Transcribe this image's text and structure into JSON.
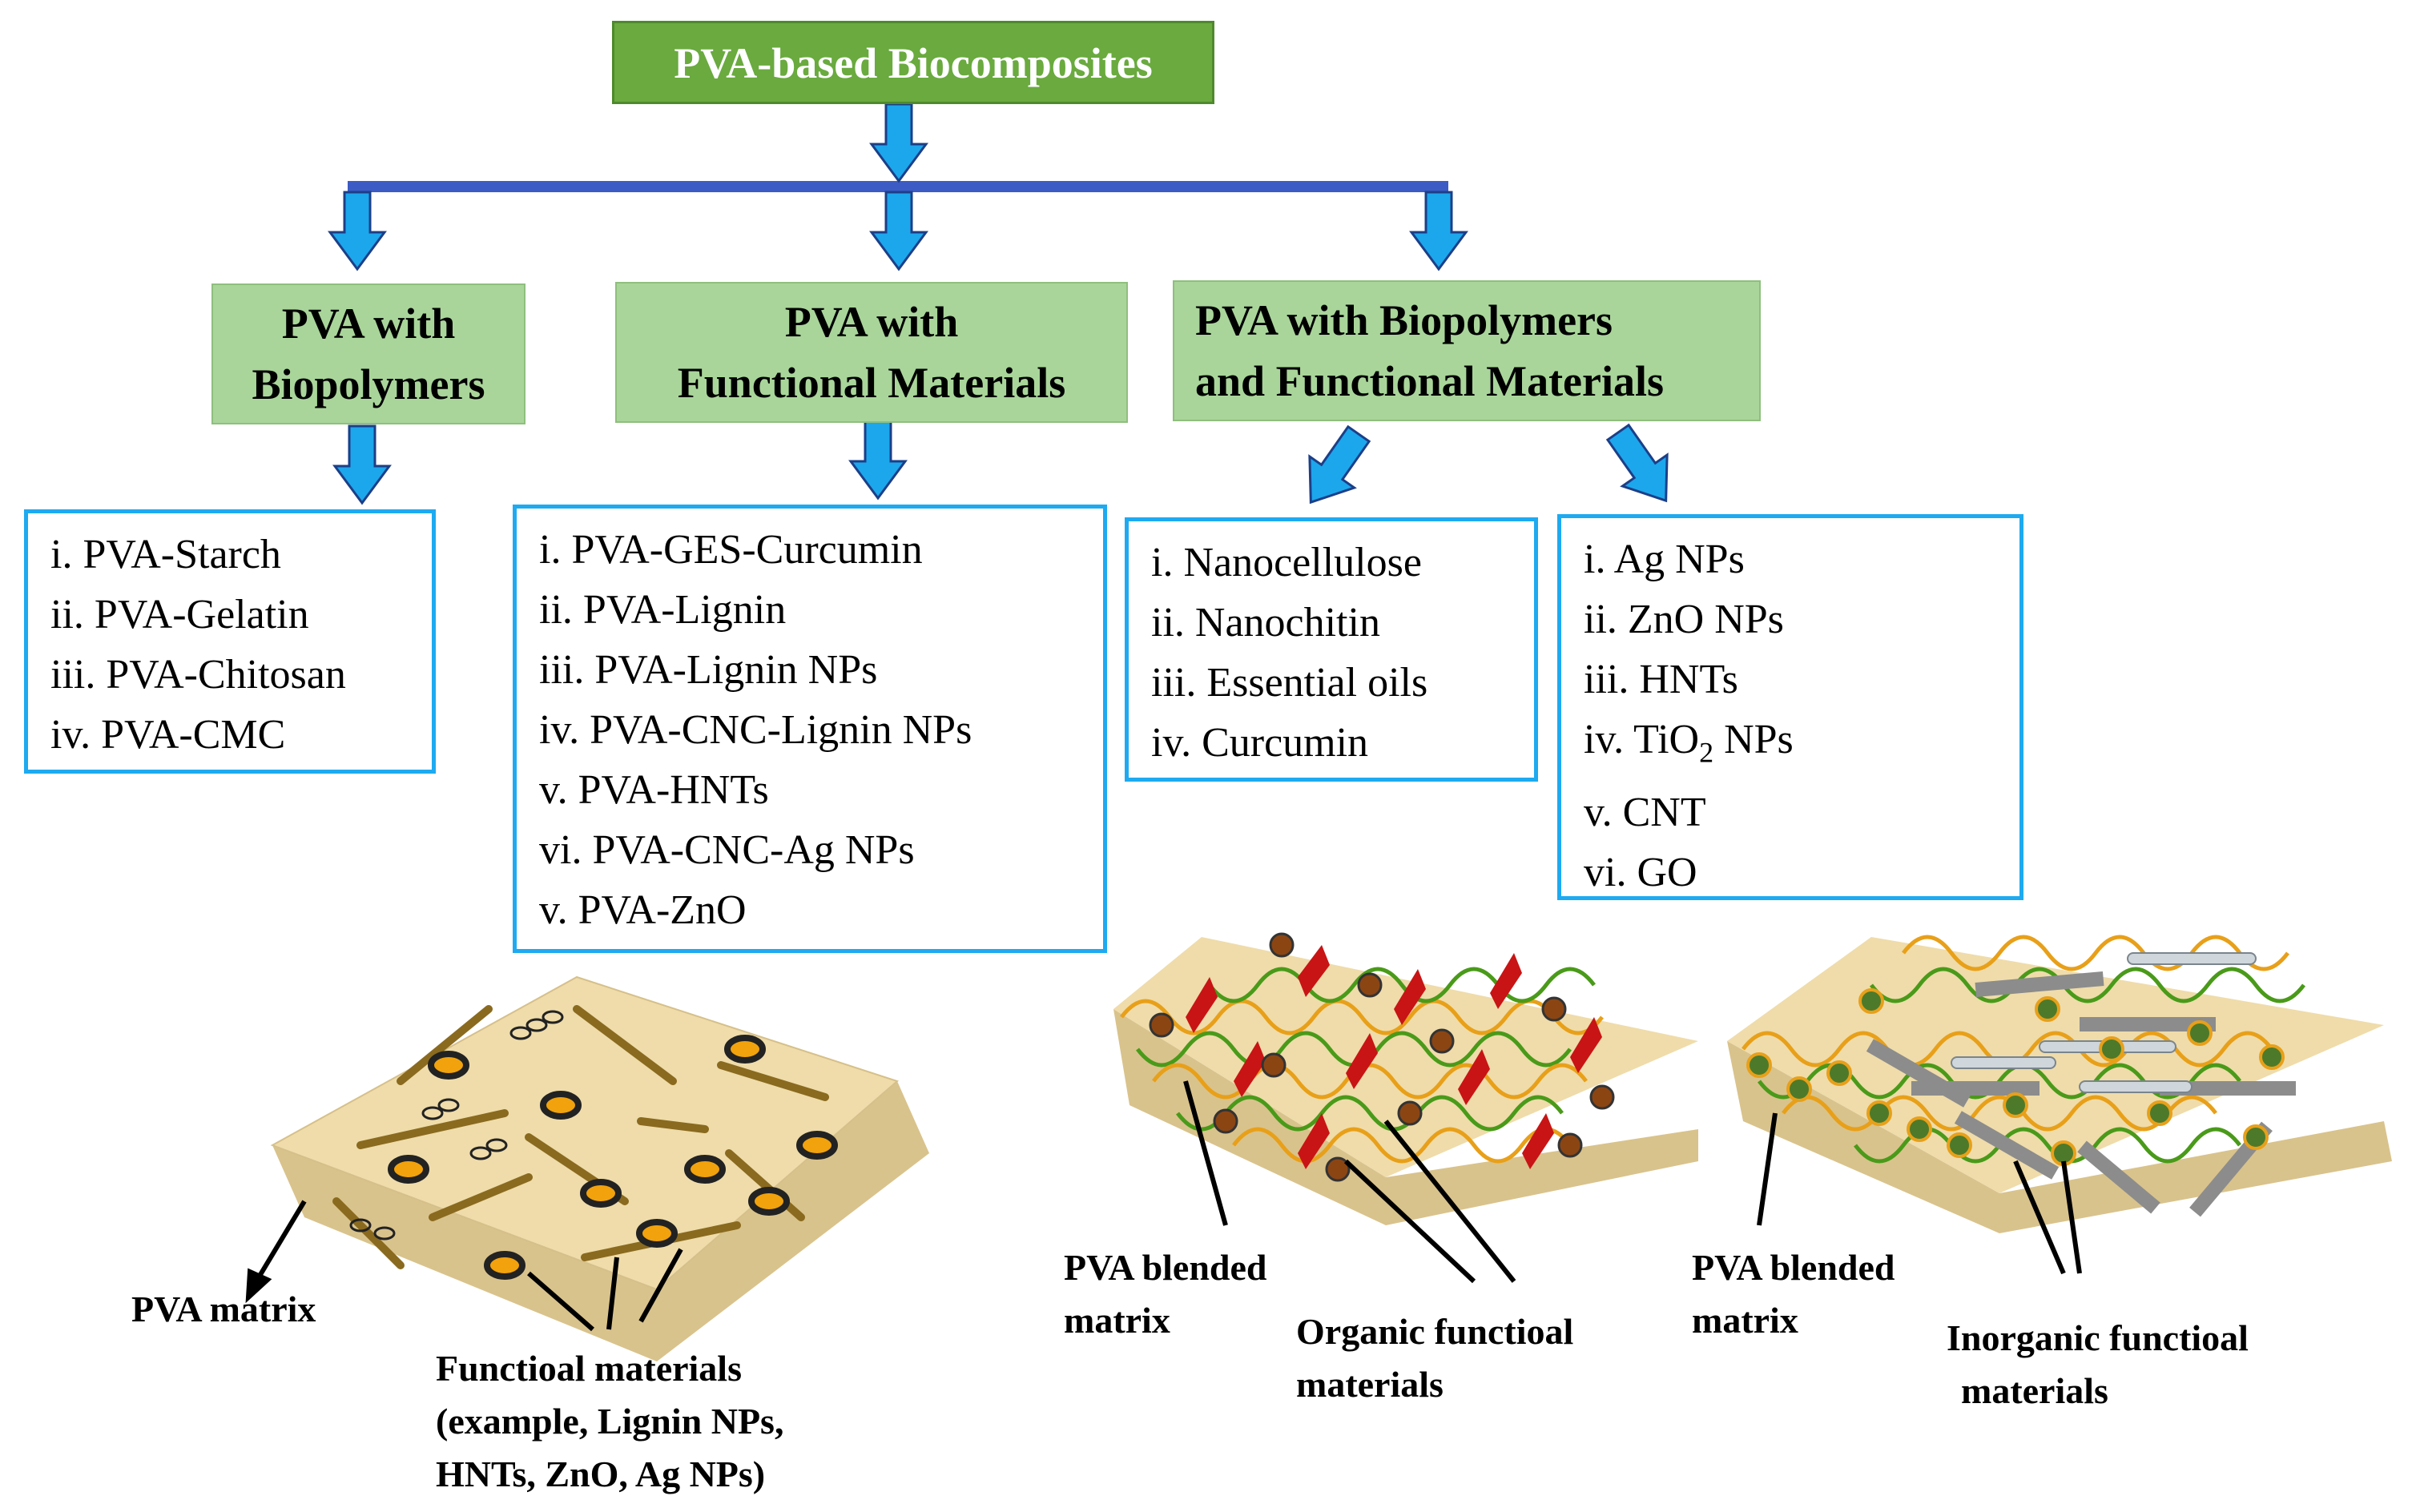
{
  "title": "PVA-based Biocomposites",
  "categories": [
    {
      "label_line1": "PVA with",
      "label_line2": "Biopolymers"
    },
    {
      "label_line1": "PVA with",
      "label_line2": "Functional Materials"
    },
    {
      "label_line1": "PVA with Biopolymers",
      "label_line2": "and Functional Materials"
    }
  ],
  "lists": {
    "biopolymers": [
      "i. PVA-Starch",
      "ii. PVA-Gelatin",
      "iii. PVA-Chitosan",
      "iv. PVA-CMC"
    ],
    "functional": [
      "i. PVA-GES-Curcumin",
      "ii. PVA-Lignin",
      "iii. PVA-Lignin NPs",
      "iv. PVA-CNC-Lignin NPs",
      "v. PVA-HNTs",
      "vi. PVA-CNC-Ag NPs",
      "v. PVA-ZnO"
    ],
    "organic": [
      "i. Nanocellulose",
      "ii. Nanochitin",
      "iii. Essential oils",
      "iv. Curcumin"
    ],
    "inorganic_1": "i. Ag NPs",
    "inorganic_2": "ii. ZnO NPs",
    "inorganic_3": "iii. HNTs",
    "inorganic_4_pre": "iv. TiO",
    "inorganic_4_sub": "2",
    "inorganic_4_post": " NPs",
    "inorganic_5": "v. CNT",
    "inorganic_6": "vi. GO"
  },
  "labels": {
    "pva_matrix": "PVA matrix",
    "functional_materials": [
      "Functioal materials",
      "(example, Lignin NPs,",
      "HNTs, ZnO, Ag NPs)"
    ],
    "blended_matrix_1": [
      "PVA blended",
      "matrix"
    ],
    "organic_functional": [
      "Organic functioal",
      "materials"
    ],
    "blended_matrix_2": [
      "PVA blended",
      "matrix"
    ],
    "inorganic_functional": [
      "Inorganic functioal",
      "materials"
    ]
  },
  "colors": {
    "title_bg": "#6aaa3f",
    "category_bg": "#a9d59a",
    "list_border": "#1eaaf1",
    "arrow_fill": "#1ca7ec",
    "bar": "#3d5bc4",
    "matrix": "#efdcaa",
    "fiber": "#8a6a1f",
    "particle": "#f1a20c",
    "flake": "#c81414",
    "organic_particle": "#8b4513",
    "inorganic_rod": "#8c8c8c",
    "green_chain": "#4a9a1a",
    "orange_chain": "#e8a019"
  },
  "icons": [
    "down-arrow-icon",
    "diagonal-arrow-icon",
    "pointer-arrow-icon"
  ]
}
